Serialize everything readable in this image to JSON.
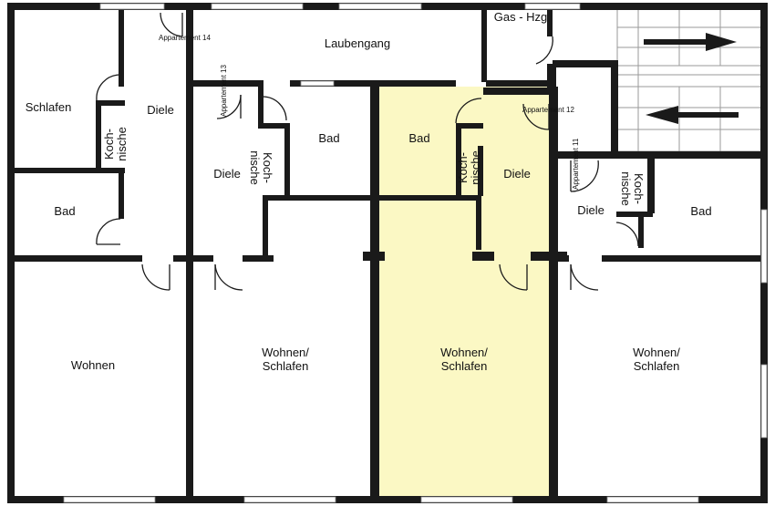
{
  "colors": {
    "highlight": "#fbf8c4",
    "wall": "#1a1a1a"
  },
  "corridor": "Laubengang",
  "heating": "Gas - Hzg",
  "apartments": {
    "a14": "Appartement 14",
    "a13": "Appartement 13",
    "a12": "Appartement 12",
    "a11": "Appartement 11"
  },
  "rooms": {
    "schlafen_14": "Schlafen",
    "diele_14": "Diele",
    "bad_14": "Bad",
    "wohnen_14": "Wohnen",
    "diele_13": "Diele",
    "bad_13": "Bad",
    "wohnen_13_l1": "Wohnen/",
    "wohnen_13_l2": "Schlafen",
    "bad_12": "Bad",
    "diele_12": "Diele",
    "wohnen_12_l1": "Wohnen/",
    "wohnen_12_l2": "Schlafen",
    "diele_11": "Diele",
    "bad_11": "Bad",
    "wohnen_11_l1": "Wohnen/",
    "wohnen_11_l2": "Schlafen"
  },
  "kitchenette": {
    "line1": "Koch-",
    "line2": "nische"
  },
  "stairs_icon": "arrow-right-icon / arrow-left-icon"
}
